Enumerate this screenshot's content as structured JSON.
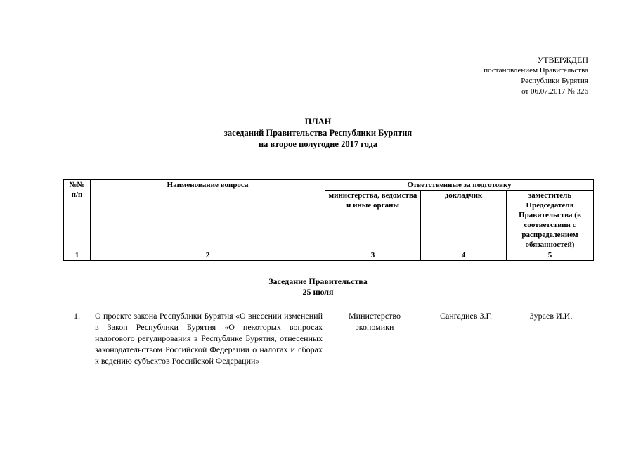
{
  "approval": {
    "title": "УТВЕРЖДЕН",
    "line1": "постановлением Правительства",
    "line2": "Республики Бурятия",
    "line3": "от 06.07.2017  № 326"
  },
  "plan": {
    "title": "ПЛАН",
    "subtitle": "заседаний Правительства Республики Бурятия",
    "period": "на второе полугодие 2017 года"
  },
  "table": {
    "headers": {
      "num": "№№ п/п",
      "name": "Наименование вопроса",
      "responsible": "Ответственные за подготовку",
      "ministries": "министерства, ведомства и иные органы",
      "speaker": "докладчик",
      "deputy": "заместитель Председателя Правительства (в соответствии с распределением обязанностей)"
    },
    "column_numbers": [
      "1",
      "2",
      "3",
      "4",
      "5"
    ]
  },
  "session": {
    "title": "Заседание Правительства",
    "date": "25 июля"
  },
  "items": [
    {
      "num": "1.",
      "question": "О проекте закона Республики Бурятия «О внесении изменений в Закон Республики Бурятия «О некоторых вопросах налогового регулирования в Республике Бурятия, отнесенных законодательством Российской Федерации о налогах и сборах к ведению субъектов Российской Федерации»",
      "ministry": "Министерство экономики",
      "speaker": "Сангадиев З.Г.",
      "deputy": "Зураев И.И."
    }
  ]
}
